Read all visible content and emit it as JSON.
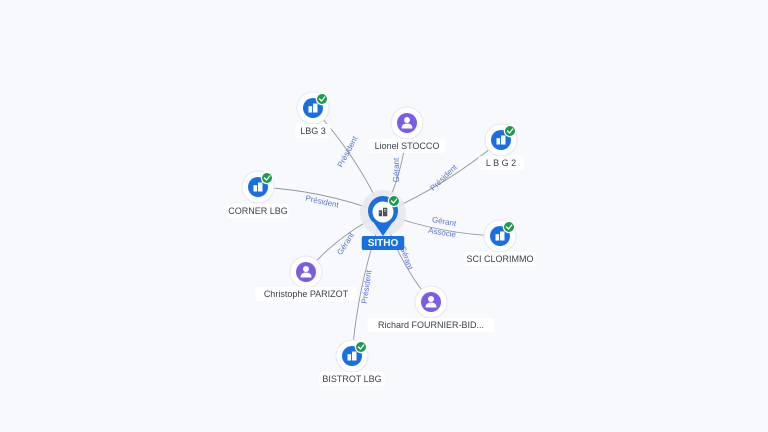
{
  "colors": {
    "company": "#1a6fe0",
    "person": "#7b5ce6",
    "check": "#1e9b4e",
    "edge": "#6f7582",
    "edge_label": "#5b76c8",
    "center_label_bg": "#1a6fe0"
  },
  "center": {
    "label": "SITHO",
    "type": "company",
    "icon": "building-icon",
    "verified": true
  },
  "nodes": [
    {
      "id": "lbg3",
      "label": "LBG 3",
      "type": "company",
      "icon": "building-icon",
      "verified": true,
      "edge_label": "Président"
    },
    {
      "id": "lionel",
      "label": "Lionel STOCCO",
      "type": "person",
      "icon": "person-icon",
      "verified": false,
      "edge_label": "Gérant"
    },
    {
      "id": "lbg2",
      "label": "L B G 2",
      "type": "company",
      "icon": "building-icon",
      "verified": true,
      "edge_label": "Président"
    },
    {
      "id": "corner",
      "label": "CORNER LBG",
      "type": "company",
      "icon": "building-icon",
      "verified": true,
      "edge_label": "Président"
    },
    {
      "id": "sciclorimmo",
      "label": "SCI CLORIMMO",
      "type": "company",
      "icon": "building-icon",
      "verified": true,
      "edge_label": "Gérant",
      "edge_label2": "Associé"
    },
    {
      "id": "christophe",
      "label": "Christophe PARIZOT",
      "type": "person",
      "icon": "person-icon",
      "verified": false,
      "edge_label": "Gérant"
    },
    {
      "id": "richard",
      "label": "Richard FOURNIER-BID...",
      "type": "person",
      "icon": "person-icon",
      "verified": false,
      "edge_label": "Gérant"
    },
    {
      "id": "bistrot",
      "label": "BISTROT LBG",
      "type": "company",
      "icon": "building-icon",
      "verified": true,
      "edge_label": "Président"
    }
  ]
}
